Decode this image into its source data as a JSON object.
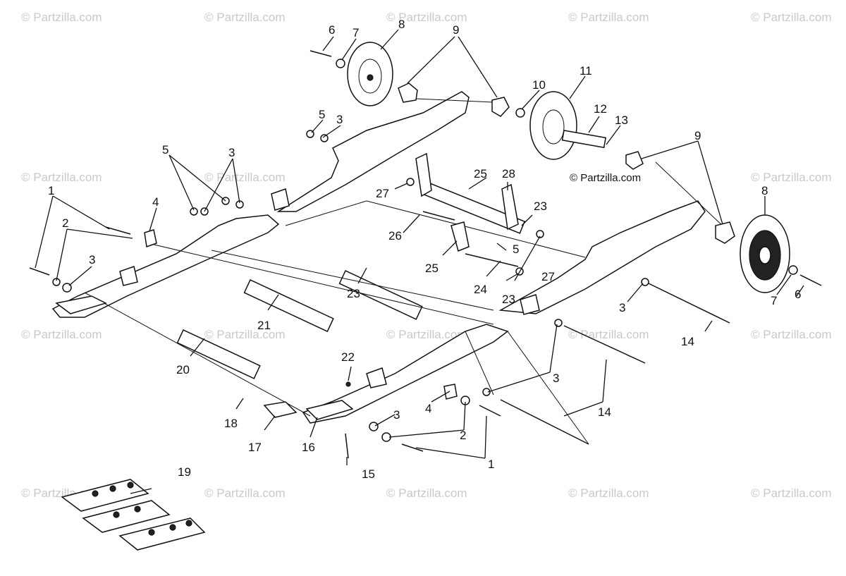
{
  "watermark_text": "© Partzilla.com",
  "copyright_text": "© Partzilla.com",
  "callouts": {
    "n1a": "1",
    "n1b": "1",
    "n2a": "2",
    "n2b": "2",
    "n3a": "3",
    "n3b": "3",
    "n3c": "3",
    "n3d": "3",
    "n3e": "3",
    "n3f": "3",
    "n4a": "4",
    "n4b": "4",
    "n5a": "5",
    "n5b": "5",
    "n5c": "5",
    "n6a": "6",
    "n6b": "6",
    "n7a": "7",
    "n7b": "7",
    "n8a": "8",
    "n8b": "8",
    "n9a": "9",
    "n9b": "9",
    "n10": "10",
    "n11": "11",
    "n12": "12",
    "n13": "13",
    "n14a": "14",
    "n14b": "14",
    "n15": "15",
    "n16": "16",
    "n17": "17",
    "n18": "18",
    "n19": "19",
    "n20": "20",
    "n21": "21",
    "n22": "22",
    "n23a": "23",
    "n23b": "23",
    "n23c": "23",
    "n24": "24",
    "n25a": "25",
    "n25b": "25",
    "n26": "26",
    "n27a": "27",
    "n27b": "27",
    "n28": "28"
  }
}
